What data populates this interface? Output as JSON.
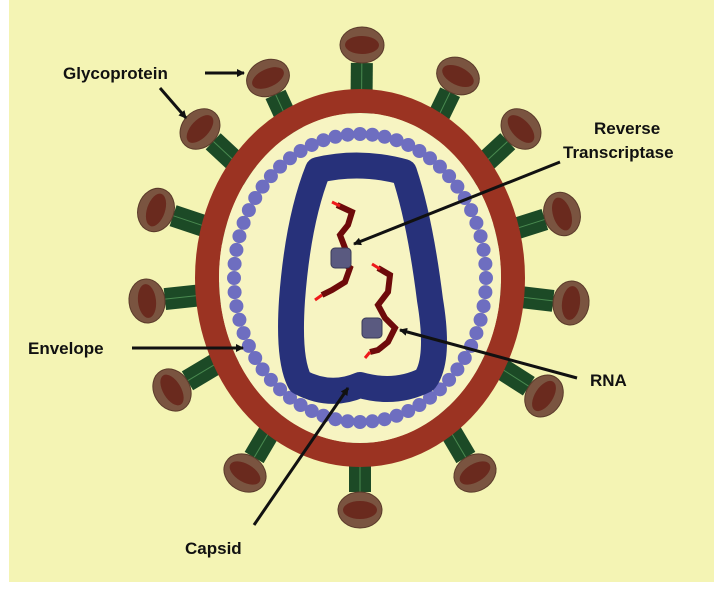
{
  "diagram": {
    "labels": {
      "glycoprotein": "Glycoprotein",
      "reverse_transcriptase_line1": "Reverse",
      "reverse_transcriptase_line2": "Transcriptase",
      "envelope": "Envelope",
      "rna": "RNA",
      "capsid": "Capsid"
    },
    "glycoprotein_count": 14,
    "colors": {
      "background": "#f4f4b4",
      "envelope": "#9b3322",
      "membrane_beads": "#6e6ec0",
      "capsid": "#27317a",
      "rna": "#6e0a0a",
      "rna_ends": "#ee1a1a",
      "enzyme": "#5a5a80",
      "stem": "#1c4a26",
      "head": "#7a5440",
      "arrow": "#111111"
    }
  }
}
